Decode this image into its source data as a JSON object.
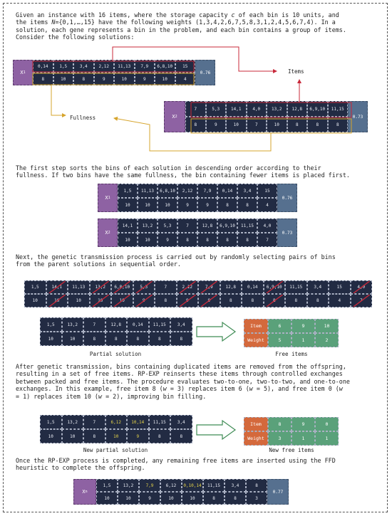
{
  "intro": {
    "l1": "Given an instance with 16 items, where the storage capacity ",
    "c": "c",
    "l1b": " of each bin is 10 units, and",
    "l2a": "the items ",
    "N": "N",
    "l2b": "={0,1,…,15} have the following weights  (1,3,4,2,6,7,5,8,3,1,2,4,5,6,7,4). In a",
    "l3": "solution, each gene represents a bin in the problem, and each bin contains a group of items.",
    "l4": "Consider the following solutions:"
  },
  "labels": {
    "items": "Items",
    "fullness": "Fullness"
  },
  "x1": {
    "label": "X",
    "sub": "1",
    "fitness": "0.76",
    "items": [
      "0,14",
      "1,5",
      "3,4",
      "2,12",
      "11,13",
      "7,9",
      "6,8,10",
      "15"
    ],
    "fullness": [
      "8",
      "10",
      "8",
      "9",
      "10",
      "9",
      "10",
      "4"
    ]
  },
  "x2": {
    "label": "X",
    "sub": "2",
    "fitness": "0.73",
    "items": [
      "7",
      "5,3",
      "14,1",
      "4,0",
      "13,2",
      "12,8",
      "6,9,10",
      "11,15"
    ],
    "fullness": [
      "8",
      "9",
      "10",
      "7",
      "10",
      "8",
      "8",
      "8"
    ]
  },
  "sort_para": {
    "l1": "The first step sorts the bins of each solution in descending order according to their",
    "l2": "fullness. If two bins have the same fullness, the bin containing fewer items is placed first."
  },
  "x1s": {
    "label": "X",
    "sub": "1",
    "fitness": "0.76",
    "items": [
      "1,5",
      "11,13",
      "6,8,10",
      "2,12",
      "7,9",
      "0,14",
      "3,4",
      "15"
    ],
    "fullness": [
      "10",
      "10",
      "10",
      "9",
      "9",
      "8",
      "8",
      "4"
    ]
  },
  "x2s": {
    "label": "X",
    "sub": "2",
    "fitness": "0.73",
    "items": [
      "14,1",
      "13,2",
      "5,3",
      "7",
      "12,8",
      "6,9,10",
      "11,15",
      "4,0"
    ],
    "fullness": [
      "10",
      "10",
      "9",
      "8",
      "8",
      "8",
      "8",
      "7"
    ]
  },
  "trans_para": {
    "l1": "Next, the genetic transmission process is carried out by randomly selecting pairs of bins",
    "l2": "from the parent solutions in sequential order."
  },
  "offspring": {
    "items": [
      "1,5",
      "14,1",
      "11,13",
      "13,2",
      "6,8,10",
      "5,3",
      "7",
      "2,12",
      "7,9",
      "12,8",
      "0,14",
      "6,9,10",
      "11,15",
      "3,4",
      "15",
      "4,0"
    ],
    "fullness": [
      "10",
      "10",
      "10",
      "10",
      "10",
      "9",
      "8",
      "9",
      "9",
      "8",
      "8",
      "8",
      "8",
      "8",
      "4",
      "7"
    ],
    "crossed": [
      false,
      true,
      false,
      true,
      true,
      true,
      false,
      true,
      true,
      false,
      false,
      true,
      false,
      false,
      false,
      true
    ]
  },
  "partial": {
    "items": [
      "1,5",
      "13,2",
      "7",
      "12,8",
      "0,14",
      "11,15",
      "3,4"
    ],
    "fullness": [
      "10",
      "10",
      "8",
      "8",
      "8",
      "8",
      "8"
    ],
    "caption": "Partial solution"
  },
  "free": {
    "head_item": "Item",
    "head_weight": "Weight",
    "items": [
      "6",
      "9",
      "10"
    ],
    "weights": [
      "5",
      "1",
      "2"
    ],
    "caption": "Free items"
  },
  "rpexp_para": {
    "l1": "After genetic transmission, bins containing duplicated items are removed from the offspring,",
    "l2": "resulting in a set of free items. RP-EXP reinserts these items through controlled exchanges",
    "l3": "between packed and free items. The procedure evaluates two-to-one, two-to-two, and one-to-one",
    "l4a": "exchanges. In this example, free item 8 (",
    "l4b": "w",
    "l4c": " = 3) replaces item 6 (",
    "l4d": "w",
    "l4e": " = 5), and free item 0 (",
    "l4f": "w",
    "l5a": "= 1) replaces item 10 (",
    "l5b": "w",
    "l5c": " = 2), improving bin filling."
  },
  "newpartial": {
    "items": [
      "1,5",
      "13,2",
      "7",
      "6,12",
      "10,14",
      "11,15",
      "3,4"
    ],
    "fullness": [
      "10",
      "10",
      "8",
      "10",
      "9",
      "8",
      "8"
    ],
    "caption": "New partial solution"
  },
  "newfree": {
    "head_item": "Item",
    "head_weight": "Weight",
    "items": [
      "8",
      "9",
      "0"
    ],
    "weights": [
      "3",
      "1",
      "1"
    ],
    "caption": "New free items"
  },
  "final_para": {
    "l1": "Once the RP-EXP process is completed, any remaining free items are inserted using the FFD",
    "l2": "heuristic to complete the offspring."
  },
  "xn": {
    "label": "X",
    "sub": "n",
    "fitness": "0.77",
    "items": [
      "1,5",
      "13,2",
      "7,9",
      "6,12",
      "0,10,14",
      "11,15",
      "3,4",
      "8"
    ],
    "fullness": [
      "10",
      "10",
      "9",
      "10",
      "10",
      "8",
      "8",
      "3"
    ]
  },
  "colors": {
    "bin": "#222b43",
    "label": "#8e62a3",
    "fitness": "#56708f",
    "free_head": "#d4693c",
    "free_cell": "#5aa17a",
    "red_arrow": "#c8293a",
    "gold_arrow": "#d6a42c",
    "green_arrow": "#3f8c55",
    "highlight": "#e6d44a"
  }
}
